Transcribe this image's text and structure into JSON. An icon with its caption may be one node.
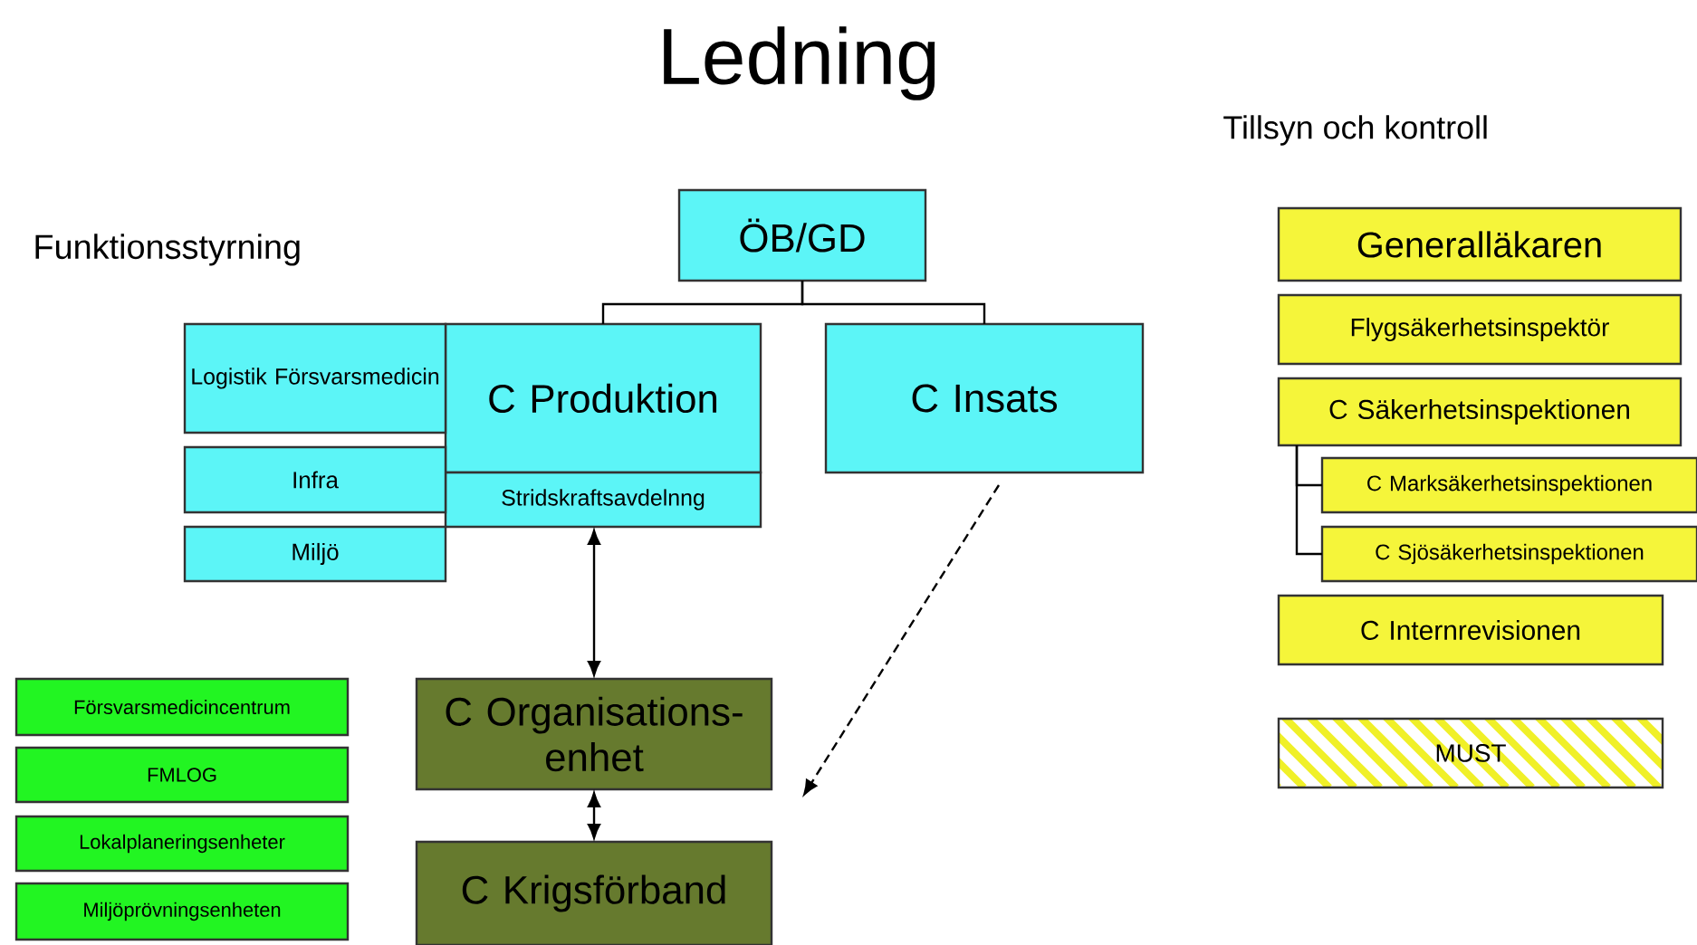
{
  "diagram": {
    "title": "Ledning",
    "nodes": [
      {
        "text": [
          "ÖB/GD"
        ]
      },
      {
        "text": [
          "C Produktion"
        ]
      },
      {
        "text": [
          "Stridskraftsavdelnng"
        ]
      },
      {
        "text": [
          "C Insats"
        ]
      },
      {
        "text": [
          "Logistik Försvarsmedicin"
        ]
      },
      {
        "text": [
          "Infra"
        ]
      },
      {
        "text": [
          "Miljö"
        ]
      },
      {
        "text": [
          "Försvarsmedicincentrum"
        ]
      },
      {
        "text": [
          "FMLOG"
        ]
      },
      {
        "text": [
          "Lokalplaneringsenheter"
        ]
      },
      {
        "text": [
          "Miljöprövningsenheten"
        ]
      },
      {
        "text": [
          "C Organisations- enhet"
        ]
      },
      {
        "text": [
          "C Krigsförband"
        ]
      },
      {
        "text": [
          "Generalläkaren"
        ]
      },
      {
        "text": [
          "Flygsäkerhetsinspektör"
        ]
      },
      {
        "text": [
          "C Säkerhetsinspektionen"
        ]
      },
      {
        "text": [
          "C Marksäkerhetsinspektionen"
        ]
      },
      {
        "text": [
          "C Sjösäkerhetsinspektionen"
        ]
      },
      {
        "text": [
          "C Internrevisionen"
        ]
      },
      {
        "text": [
          "MUST"
        ]
      }
    ],
    "edges": [
      {
        "from": 0,
        "to": 1,
        "arrow": "none"
      },
      {
        "from": 0,
        "to": 3,
        "arrow": "none"
      },
      {
        "from": 2,
        "to": 11,
        "arrow": "both"
      },
      {
        "from": 11,
        "to": 12,
        "arrow": "both"
      },
      {
        "from": 3,
        "to": 11,
        "arrow": "to",
        "style": "dashed"
      },
      {
        "from": 15,
        "to": 16,
        "arrow": "none"
      },
      {
        "from": 15,
        "to": 17,
        "arrow": "none"
      }
    ],
    "labels": [
      "Tillsyn och kontroll",
      "Funktionsstyrning"
    ]
  }
}
